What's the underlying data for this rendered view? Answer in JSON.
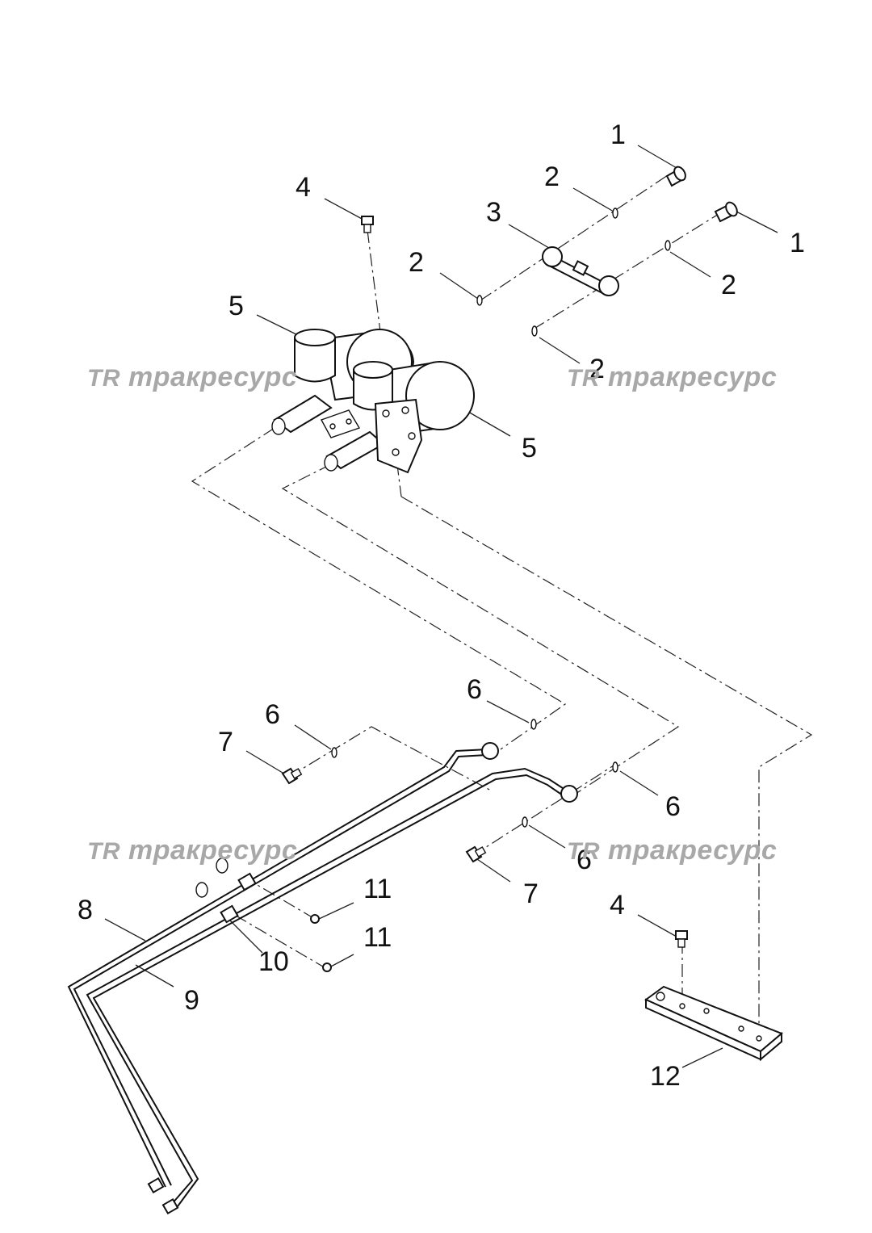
{
  "callouts": {
    "c1a": "1",
    "c1b": "1",
    "c2a": "2",
    "c2b": "2",
    "c2c": "2",
    "c2d": "2",
    "c3": "3",
    "c4a": "4",
    "c4b": "4",
    "c5a": "5",
    "c5b": "5",
    "c6a": "6",
    "c6b": "6",
    "c6c": "6",
    "c6d": "6",
    "c7a": "7",
    "c7b": "7",
    "c8": "8",
    "c9": "9",
    "c10": "10",
    "c11a": "11",
    "c11b": "11",
    "c12": "12"
  },
  "watermark": {
    "logo": "TR",
    "text": "тракресурс"
  },
  "colors": {
    "line": "#111111",
    "watermark": "#a8a8a8",
    "background": "#ffffff"
  }
}
